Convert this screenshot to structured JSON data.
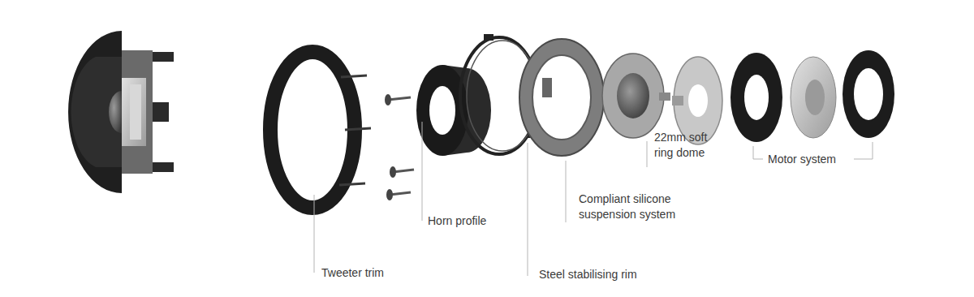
{
  "diagram": {
    "labels": [
      "Tweeter trim",
      "Horn profile",
      "Steel stabilising rim",
      "Compliant silicone suspension system",
      "22mm soft ring dome",
      "Motor system"
    ]
  }
}
